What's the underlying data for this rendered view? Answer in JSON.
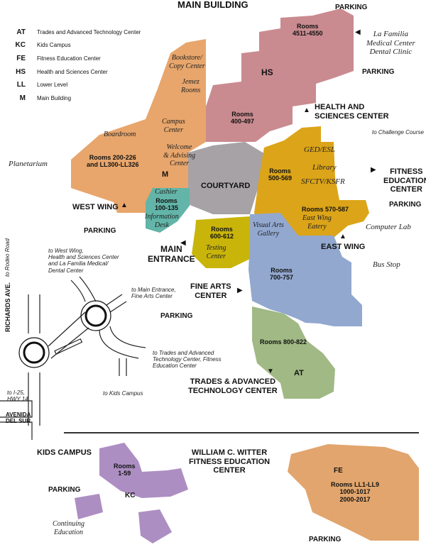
{
  "title": "MAIN BUILDING",
  "legend": [
    {
      "abbr": "AT",
      "label": "Trades and Advanced Technology Center"
    },
    {
      "abbr": "KC",
      "label": "Kids Campus"
    },
    {
      "abbr": "FE",
      "label": "Fitness Education Center"
    },
    {
      "abbr": "HS",
      "label": "Health and Sciences Center"
    },
    {
      "abbr": "LL",
      "label": "Lower Level"
    },
    {
      "abbr": "M",
      "label": "Main Building"
    }
  ],
  "parking": "PARKING",
  "colors": {
    "main": "#e8a66c",
    "hs": "#c98b90",
    "courtyard": "#a6a2a6",
    "gold": "#dca418",
    "teal": "#62b5a8",
    "testing": "#c9b50a",
    "blue": "#92a8cf",
    "green": "#a0b985",
    "purple": "#ad8ec2",
    "fe": "#e2a56d"
  },
  "labels": {
    "rooms_4511": "Rooms\n4511-4550",
    "la_familia": "La Familia\nMedical Center\nDental Clinic",
    "bookstore": "Bookstore/\nCopy Center",
    "jemez": "Jemez\nRooms",
    "campus_center": "Campus\nCenter",
    "boardroom": "Boardroom",
    "welcome": "Welcome\n& Advising\nCenter",
    "m": "M",
    "hs": "HS",
    "rooms_400": "Rooms\n400-497",
    "hs_center": "HEALTH AND\nSCIENCES CENTER",
    "challenge": "to Challenge Course",
    "planetarium": "Planetarium",
    "rooms_200": "Rooms 200-226\nand LL300-LL326",
    "ged": "GED/ESL",
    "library": "Library",
    "sfctv": "SFCTV/KSFR",
    "rooms_500": "Rooms\n500-569",
    "fitness": "FITNESS\nEDUCATION\nCENTER",
    "courtyard": "COURTYARD",
    "cashier": "Cashier",
    "rooms_100": "Rooms\n100-135",
    "info_desk": "Information\nDesk",
    "west_wing": "WEST WING",
    "rooms_570": "Rooms 570-587",
    "eatery": "East Wing\nEatery",
    "computer_lab": "Computer Lab",
    "rooms_600": "Rooms\n600-612",
    "testing": "Testing\nCenter",
    "visual_arts": "Visual Arts\nGallery",
    "main_entrance": "MAIN\nENTRANCE",
    "east_wing": "EAST WING",
    "rooms_700": "Rooms\n700-757",
    "bus_stop": "Bus Stop",
    "fine_arts": "FINE ARTS\nCENTER",
    "rooms_800": "Rooms 800-822",
    "at": "AT",
    "trades": "TRADES & ADVANCED\nTECHNOLOGY CENTER",
    "kids_campus": "KIDS CAMPUS",
    "rooms_1": "Rooms\n1-59",
    "kc": "KC",
    "continuing": "Continuing\nEducation",
    "witter": "WILLIAM C. WITTER\nFITNESS EDUCATION\nCENTER",
    "fe": "FE",
    "rooms_fe": "Rooms LL1-LL9\n1000-1017\n2000-2017"
  },
  "roads": {
    "richards": "RICHARDS AVE.",
    "rodeo": "to Rodeo Road",
    "to_west_wing": "to West Wing,\nHealth and Sciences Center\nand La Familia Medical/\nDental Center",
    "to_main": "to Main Entrance,\nFine Arts Center",
    "to_trades": "to Trades and Advanced\nTechnology Center, Fitness\nEducation Center",
    "to_kids": "to Kids Campus",
    "to_i25": "to I-25,\nHWY 14",
    "avenida": "AVENIDA\nDEL SUR"
  }
}
